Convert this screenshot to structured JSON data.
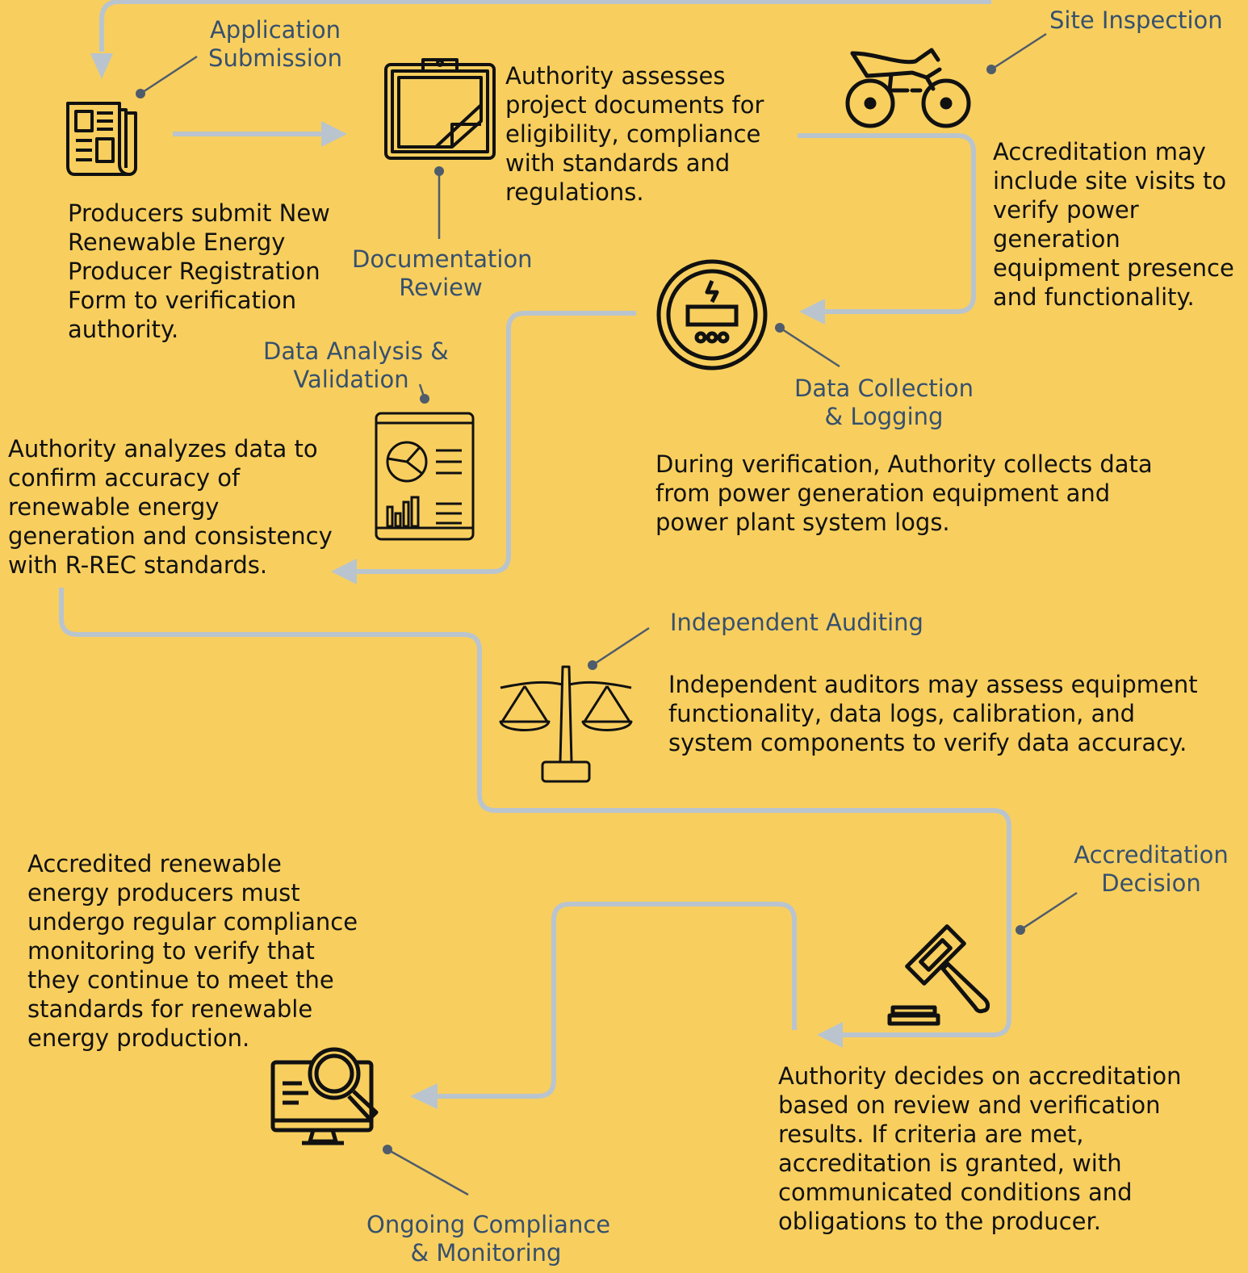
{
  "steps": [
    {
      "id": "application-submission",
      "title": "Application\nSubmission",
      "description": "Producers submit New\nRenewable Energy\nProducer Registration\nForm to verification\nauthority.",
      "icon": "newspaper-icon"
    },
    {
      "id": "documentation-review",
      "title": "Documentation\nReview",
      "description": "Authority assesses\nproject documents for\neligibility, compliance\nwith standards and\nregulations.",
      "icon": "clipboard-icon"
    },
    {
      "id": "site-inspection",
      "title": "Site Inspection",
      "description": "Accreditation may\ninclude site visits to\nverify power\ngeneration\nequipment presence\nand functionality.",
      "icon": "atv-icon"
    },
    {
      "id": "data-collection",
      "title": "Data Collection\n& Logging",
      "description": "During verification, Authority collects data\nfrom power generation equipment and\npower plant system logs.",
      "icon": "power-meter-icon"
    },
    {
      "id": "data-analysis",
      "title": "Data Analysis &\nValidation",
      "description": "Authority analyzes data to\nconfirm accuracy of\nrenewable energy\ngeneration and consistency\nwith R-REC standards.",
      "icon": "report-icon"
    },
    {
      "id": "independent-auditing",
      "title": "Independent Auditing",
      "description": "Independent auditors may assess equipment\nfunctionality, data logs, calibration, and\nsystem components to verify data accuracy.",
      "icon": "scales-icon"
    },
    {
      "id": "accreditation-decision",
      "title": "Accreditation\nDecision",
      "description": "Authority decides on accreditation\nbased on review and verification\nresults. If criteria are met,\naccreditation is granted, with\ncommunicated conditions and\nobligations to the producer.",
      "icon": "gavel-icon"
    },
    {
      "id": "ongoing-compliance",
      "title": "Ongoing Compliance\n& Monitoring",
      "description": "Accredited renewable\nenergy producers must\nundergo regular compliance\nmonitoring to verify that\nthey continue to meet the\nstandards for renewable\nenergy production.",
      "icon": "monitor-search-icon"
    }
  ],
  "colors": {
    "background": "#F8CF5E",
    "flow_line": "#B9C4CE",
    "title_text": "#36506E",
    "body_text": "#111111",
    "connector": "#4F5C6B",
    "icon": "#111111"
  }
}
